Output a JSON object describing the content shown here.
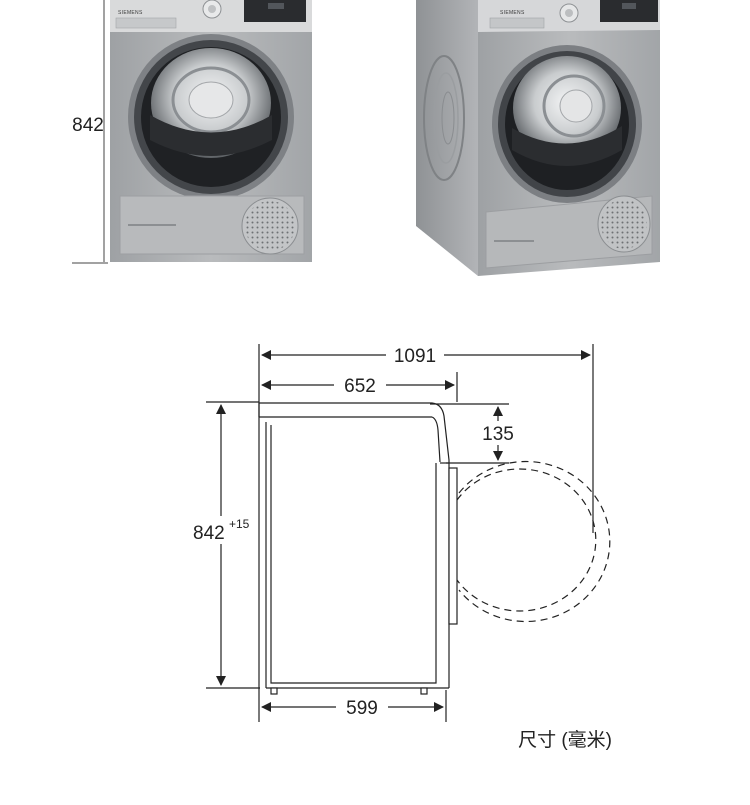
{
  "product_photos": {
    "front_view": {
      "height_label": "842",
      "brand": "SIEMENS"
    },
    "angled_view": {
      "brand": "SIEMENS"
    }
  },
  "side_diagram": {
    "total_depth_label": "1091",
    "top_depth_label": "652",
    "panel_height_label": "135",
    "height_label": "842",
    "height_tolerance_label": "+15",
    "base_depth_label": "599"
  },
  "unit_caption": "尺寸 (毫米)",
  "colors": {
    "body_silver": "#a9abae",
    "line": "#222222",
    "door_ring": "#8c8f93",
    "drum": "#d4d6d8"
  }
}
